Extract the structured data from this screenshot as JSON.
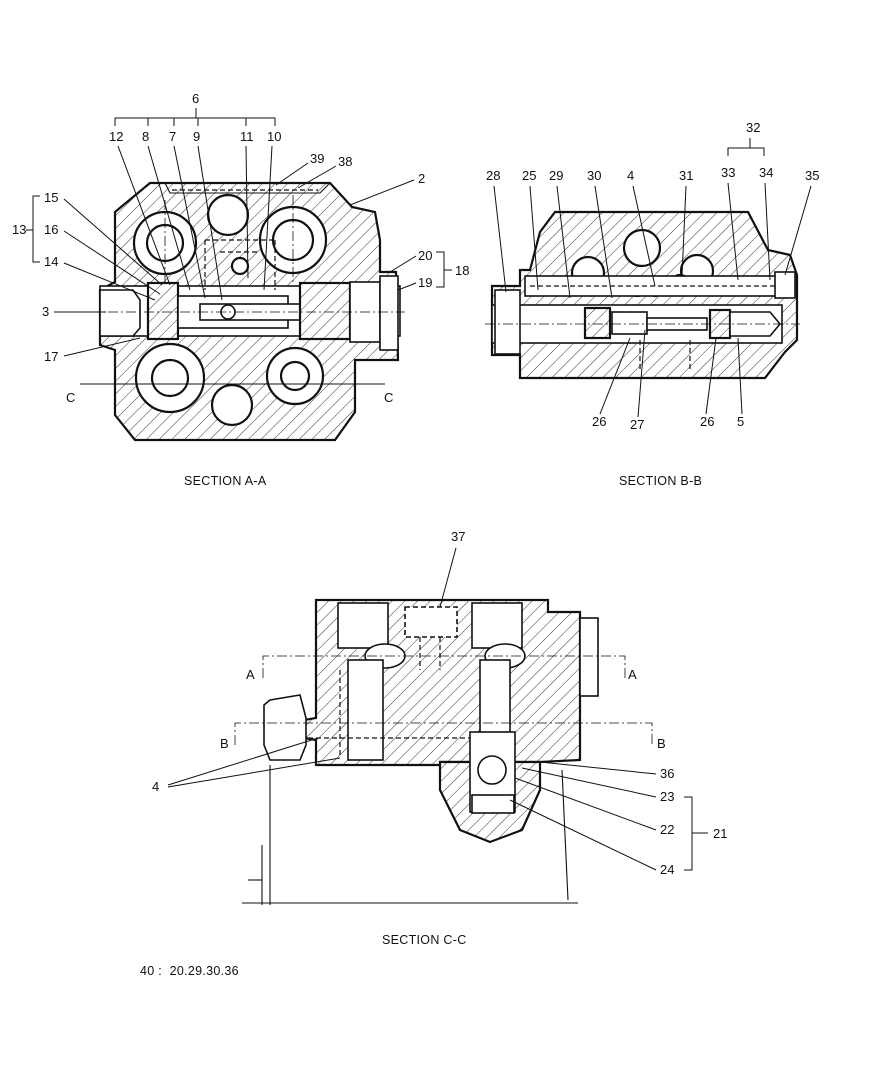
{
  "sections": {
    "aa": {
      "caption": "SECTION A-A",
      "group_6": "6",
      "group_13": "13",
      "group_18": "18",
      "labels": {
        "n12": "12",
        "n8": "8",
        "n7": "7",
        "n9": "9",
        "n11": "11",
        "n10": "10",
        "n39": "39",
        "n38": "38",
        "n2": "2",
        "n15": "15",
        "n16": "16",
        "n14": "14",
        "n3": "3",
        "n17": "17",
        "n20": "20",
        "n19": "19"
      },
      "cut_left": "C",
      "cut_right": "C"
    },
    "bb": {
      "caption": "SECTION B-B",
      "group_32": "32",
      "labels": {
        "n28": "28",
        "n25": "25",
        "n29": "29",
        "n30": "30",
        "n4": "4",
        "n31": "31",
        "n33": "33",
        "n34": "34",
        "n35": "35",
        "n26a": "26",
        "n27": "27",
        "n26b": "26",
        "n5": "5"
      }
    },
    "cc": {
      "caption": "SECTION C-C",
      "group_21": "21",
      "labels": {
        "n37": "37",
        "n4": "4",
        "n36": "36",
        "n23": "23",
        "n22": "22",
        "n24": "24"
      },
      "cut_a_left": "A",
      "cut_a_right": "A",
      "cut_b_left": "B",
      "cut_b_right": "B"
    }
  },
  "footnote": "40 :  20.29.30.36"
}
